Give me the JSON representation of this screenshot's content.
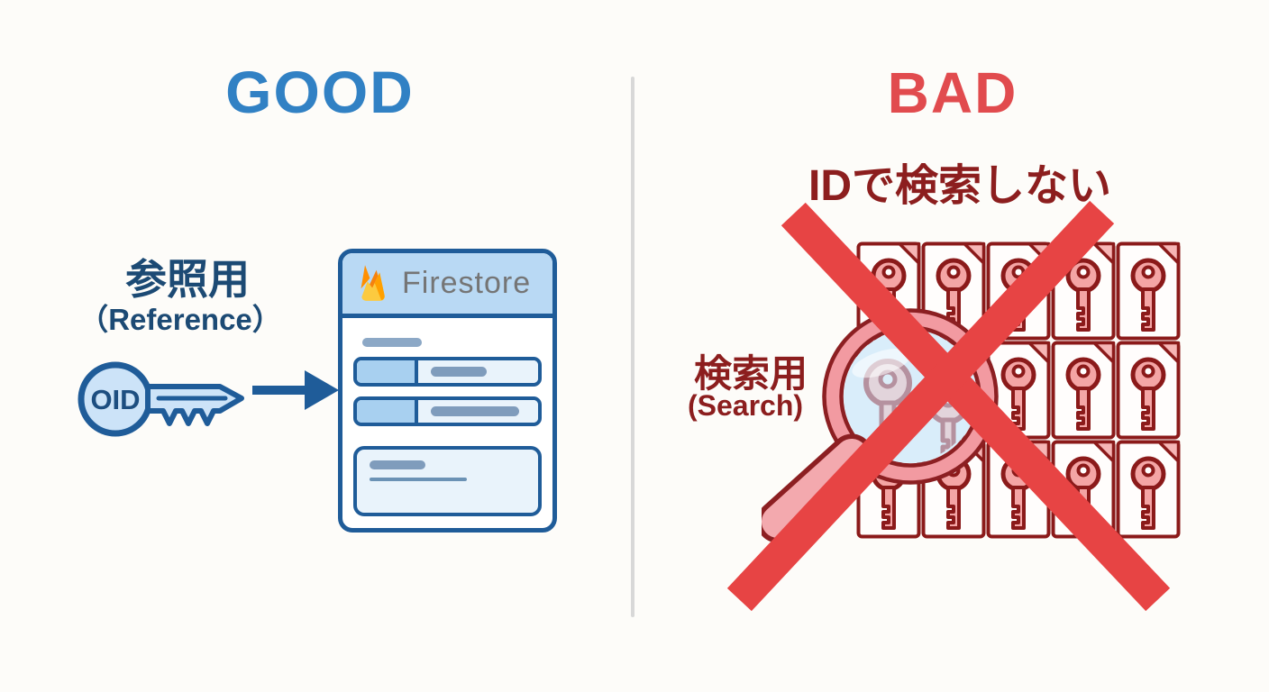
{
  "good": {
    "title": "GOOD",
    "label_jp": "参照用",
    "label_en": "（Reference）",
    "key_label": "OID",
    "firestore_title": "Firestore"
  },
  "bad": {
    "title": "BAD",
    "subtitle": "IDで検索しない",
    "label_jp": "検索用",
    "label_en": "(Search)",
    "grid": {
      "rows": 3,
      "cols": 5,
      "count": 15
    }
  },
  "icons": {
    "key": "key-icon",
    "arrow": "arrow-right-icon",
    "flame": "firebase-flame-icon",
    "document": "document-icon",
    "magnifier": "magnifying-glass-icon",
    "cross": "cross-icon"
  },
  "colors": {
    "good_title": "#3181c4",
    "good_text": "#1c4a74",
    "good_outline": "#1f5c99",
    "good_fill": "#cce3f8",
    "card_header_bg": "#b9d9f4",
    "firestore_text": "#757575",
    "bad_title": "#e14b4e",
    "bad_text": "#8c1e1e",
    "bad_outline": "#8b1a1a",
    "key_fill": "#f4a5a5",
    "cross_red": "#e74444",
    "lens_blue": "#d9edfa",
    "rim_pink": "#f29aa1",
    "divider": "#d8d8d8",
    "bg": "#fdfcf9"
  }
}
